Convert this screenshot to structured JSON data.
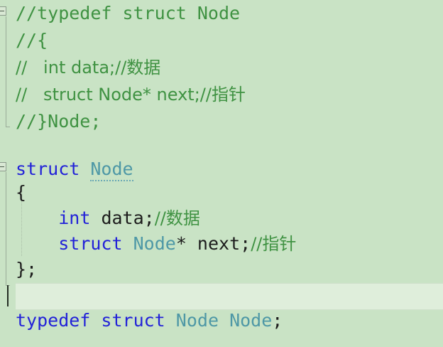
{
  "editor": {
    "app": "code-editor",
    "language": "c",
    "background_color": "#c9e3c5",
    "current_line_color": "#dfeedb",
    "colors": {
      "comment": "#3f9242",
      "keyword": "#2222d8",
      "type": "#4e98a6",
      "identifier": "#1c1c1c",
      "punctuation": "#1c1c1c",
      "suggestion_underline": "#6aa8b4",
      "caret": "#222c22",
      "gutter_line": "#9aab99"
    },
    "caret": {
      "line": 12,
      "column": 1
    },
    "gutter": {
      "collapse_outlining_icons": [
        {
          "name": "collapse-minus-icon",
          "line": 1
        },
        {
          "name": "collapse-minus-icon",
          "line": 7
        }
      ]
    },
    "lines": [
      {
        "number": 1,
        "text": "//typedef struct Node",
        "tokens": [
          {
            "t": "//typedef struct Node",
            "c": "comment"
          }
        ]
      },
      {
        "number": 2,
        "text": "//{",
        "tokens": [
          {
            "t": "//{",
            "c": "comment"
          }
        ]
      },
      {
        "number": 3,
        "text": "//\tint data;//数据",
        "tokens": [
          {
            "t": "//   int data;//数据",
            "c": "comment"
          }
        ]
      },
      {
        "number": 4,
        "text": "//\tstruct Node* next;//指针",
        "tokens": [
          {
            "t": "//   struct Node* next;//指针",
            "c": "comment"
          }
        ]
      },
      {
        "number": 5,
        "text": "//}Node;",
        "tokens": [
          {
            "t": "//}Node;",
            "c": "comment"
          }
        ]
      },
      {
        "number": 6,
        "text": "",
        "tokens": []
      },
      {
        "number": 7,
        "text": "struct Node",
        "tokens": [
          {
            "t": "struct",
            "c": "keyword"
          },
          {
            "t": " ",
            "c": "punctuation"
          },
          {
            "t": "Node",
            "c": "type",
            "suggestion": true
          }
        ]
      },
      {
        "number": 8,
        "text": "{",
        "tokens": [
          {
            "t": "{",
            "c": "punctuation"
          }
        ]
      },
      {
        "number": 9,
        "text": "\tint data;//数据",
        "tokens": [
          {
            "t": "    ",
            "c": "punctuation"
          },
          {
            "t": "int",
            "c": "keyword"
          },
          {
            "t": " ",
            "c": "punctuation"
          },
          {
            "t": "data",
            "c": "identifier"
          },
          {
            "t": ";",
            "c": "punctuation"
          },
          {
            "t": "//数据",
            "c": "comment"
          }
        ]
      },
      {
        "number": 10,
        "text": "\tstruct Node* next;//指针",
        "tokens": [
          {
            "t": "    ",
            "c": "punctuation"
          },
          {
            "t": "struct",
            "c": "keyword"
          },
          {
            "t": " ",
            "c": "punctuation"
          },
          {
            "t": "Node",
            "c": "type"
          },
          {
            "t": "* ",
            "c": "punctuation"
          },
          {
            "t": "next",
            "c": "identifier"
          },
          {
            "t": ";",
            "c": "punctuation"
          },
          {
            "t": "//指针",
            "c": "comment"
          }
        ]
      },
      {
        "number": 11,
        "text": "};",
        "tokens": [
          {
            "t": "};",
            "c": "punctuation"
          }
        ]
      },
      {
        "number": 12,
        "text": "",
        "tokens": [],
        "is_current": true
      },
      {
        "number": 13,
        "text": "typedef struct Node Node;",
        "tokens": [
          {
            "t": "typedef",
            "c": "keyword"
          },
          {
            "t": " ",
            "c": "punctuation"
          },
          {
            "t": "struct",
            "c": "keyword"
          },
          {
            "t": " ",
            "c": "punctuation"
          },
          {
            "t": "Node",
            "c": "type"
          },
          {
            "t": " ",
            "c": "punctuation"
          },
          {
            "t": "Node",
            "c": "type"
          },
          {
            "t": ";",
            "c": "punctuation"
          }
        ]
      }
    ]
  }
}
